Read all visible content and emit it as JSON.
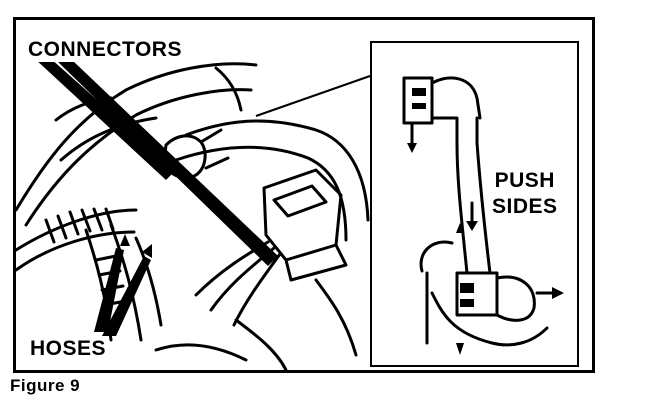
{
  "figure": {
    "caption": "Figure 9",
    "labels": {
      "connectors": "CONNECTORS",
      "hoses": "HOSES",
      "push_sides_line1": "PUSH",
      "push_sides_line2": "SIDES"
    }
  },
  "colors": {
    "ink": "#000000",
    "paper": "#ffffff"
  }
}
